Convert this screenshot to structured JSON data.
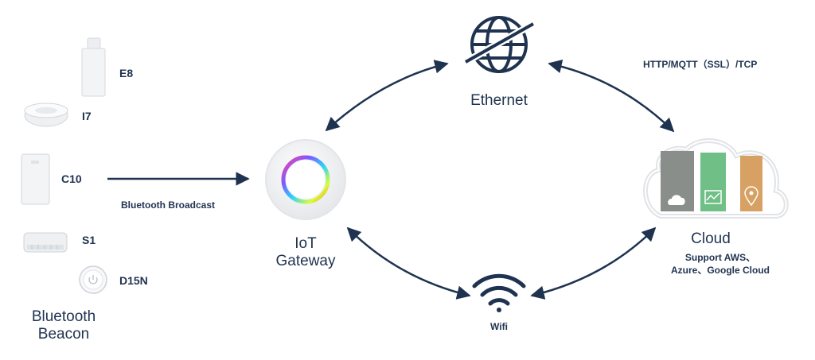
{
  "devices": {
    "e8": "E8",
    "i7": "I7",
    "c10": "C10",
    "s1": "S1",
    "d15n": "D15N",
    "group_label_line1": "Bluetooth",
    "group_label_line2": "Beacon"
  },
  "links": {
    "bluetooth_broadcast": "Bluetooth Broadcast",
    "protocol": "HTTP/MQTT（SSL）/TCP"
  },
  "gateway": {
    "line1": "IoT",
    "line2": "Gateway"
  },
  "ethernet": {
    "label": "Ethernet"
  },
  "wifi": {
    "label": "Wifi"
  },
  "cloud": {
    "label": "Cloud",
    "support_line1": "Support AWS、",
    "support_line2": "Azure、Google Cloud"
  },
  "colors": {
    "navy": "#1f3350",
    "cloud_grey": "#8a8e8b",
    "cloud_green": "#6fbf86",
    "cloud_orange": "#d6a163"
  }
}
